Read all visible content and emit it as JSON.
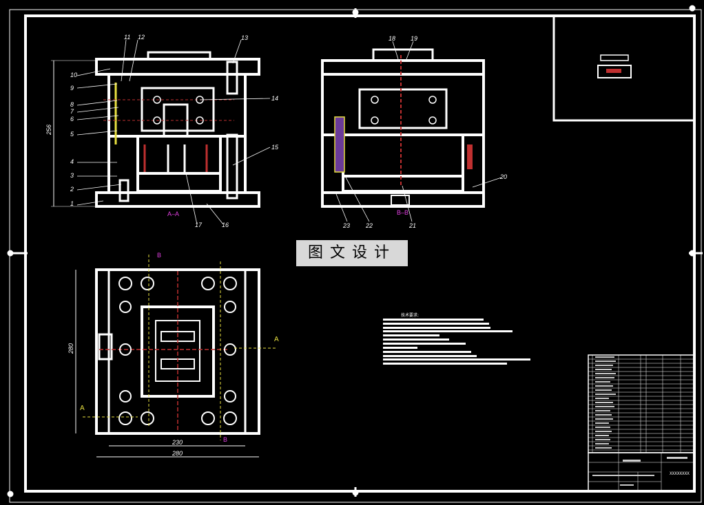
{
  "drawing": {
    "watermark": "图文设计",
    "tech_requirements_title": "技术要求:",
    "title_code": "XXXXXXXX",
    "section_labels": {
      "section_a": "A–A",
      "section_b": "B–B"
    },
    "part_numbers_left": [
      "11",
      "12",
      "13",
      "10",
      "9",
      "8",
      "7",
      "6",
      "5",
      "4",
      "3",
      "2",
      "1",
      "14",
      "15",
      "17",
      "16"
    ],
    "part_numbers_right": [
      "18",
      "19",
      "20",
      "23",
      "22",
      "21"
    ],
    "dimensions": {
      "height_left": "256",
      "height_plan": "280",
      "width_inner": "230",
      "width_outer": "280"
    },
    "cut_markers": {
      "a": "A",
      "b": "B"
    }
  }
}
